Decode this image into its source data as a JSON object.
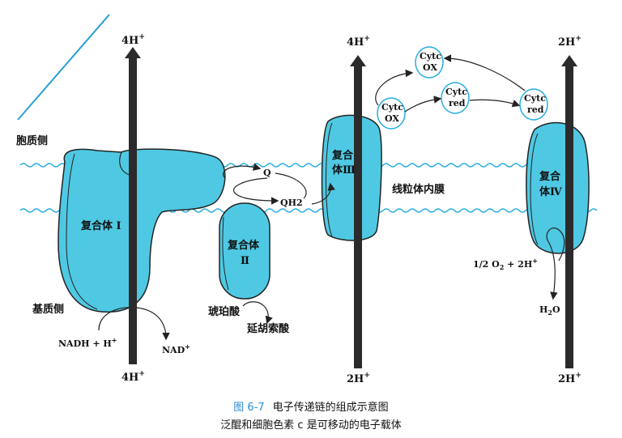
{
  "labels": {
    "cytoplasm_side": "胞质侧",
    "matrix_side": "基质侧",
    "membrane": "线粒体内膜",
    "h_top_1": "4H",
    "h_top_2": "4H",
    "h_top_3": "2H",
    "h_bottom_1": "4H",
    "h_bottom_2": "2H",
    "h_bottom_3": "2H",
    "h_sup": "+",
    "complex_1": "复合体 Ⅰ",
    "complex_2_a": "复合体",
    "complex_2_b": "Ⅱ",
    "complex_3_a": "复合",
    "complex_3_b": "体Ⅲ",
    "complex_4_a": "复合",
    "complex_4_b": "体Ⅳ",
    "q": "Q",
    "qh2": "QH2",
    "nadh": "NADH + H",
    "nad": "NAD",
    "succinate": "琥珀酸",
    "fumarate": "延胡索酸",
    "o2": "1/2 O",
    "o2_sub": "2",
    "o2_rest": " + 2H",
    "h2o_h": "H",
    "h2o_sub": "2",
    "h2o_o": "O",
    "cytc": "Cytc",
    "ox": "OX",
    "red": "red"
  },
  "caption": {
    "figure_no": "图 6-7",
    "title": "电子传递链的组成示意图",
    "subtitle": "泛醌和细胞色素 c 是可移动的电子载体"
  },
  "colors": {
    "complex_fill": "#4fc9e3",
    "membrane_edge": "#29aee0",
    "arrow": "#222222"
  }
}
